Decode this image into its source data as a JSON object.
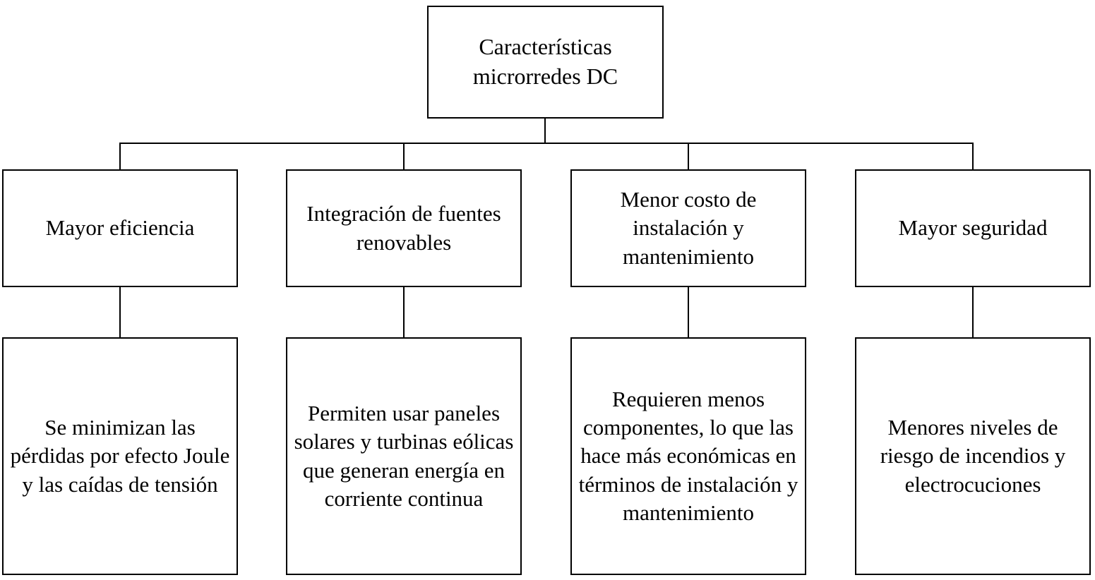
{
  "diagram": {
    "title": "Características microrredes DC",
    "root": {
      "label": "Características microrredes DC"
    },
    "columns": [
      {
        "title": "Mayor eficiencia",
        "detail": "Se minimizan las pérdidas por efecto Joule y las caídas de tensión"
      },
      {
        "title": "Integración de fuentes renovables",
        "detail": "Permiten usar paneles solares y turbinas eólicas que generan energía en corriente continua"
      },
      {
        "title": "Menor costo de instalación y mantenimiento",
        "detail": "Requieren menos componentes, lo que las hace más económicas en términos de instalación y mantenimiento"
      },
      {
        "title": "Mayor seguridad",
        "detail": "Menores niveles de riesgo de incendios y electrocuciones"
      }
    ],
    "colors": {
      "border": "#000000",
      "background": "#ffffff",
      "text": "#000000"
    }
  }
}
